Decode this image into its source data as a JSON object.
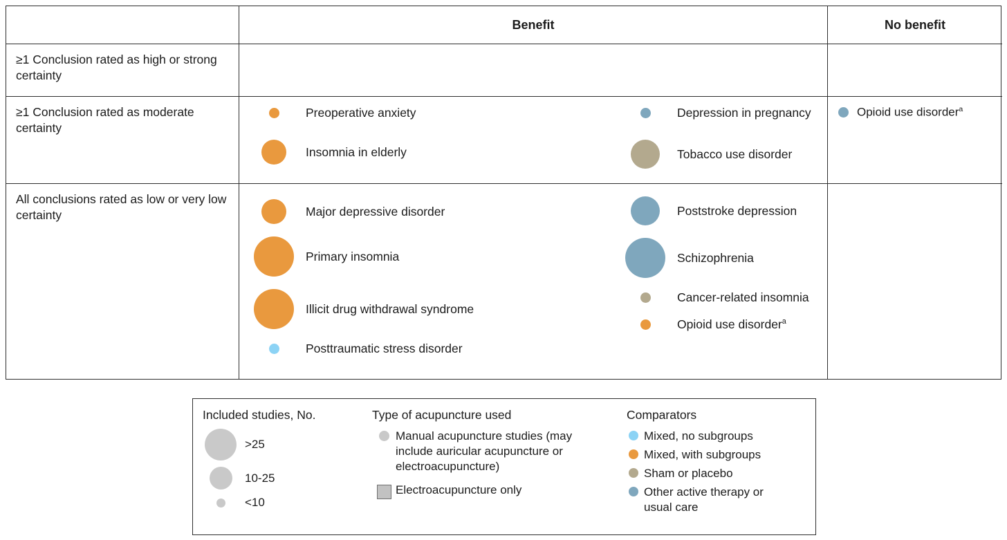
{
  "colors": {
    "mixed_no_subgroups": "#8cd3f5",
    "mixed_with_subgroups": "#e9993e",
    "sham_or_placebo": "#b3a98e",
    "other_active_therapy": "#7fa7bd",
    "legend_gray": "#c9c9c9",
    "legend_square_fill": "#c2c2c2",
    "table_border": "#2e2e2e"
  },
  "table": {
    "headers": {
      "benefit": "Benefit",
      "no_benefit": "No benefit"
    },
    "rows": [
      {
        "label": "≥1 Conclusion rated as high or strong certainty",
        "benefit_left": [],
        "benefit_right": [],
        "no_benefit": []
      },
      {
        "label": "≥1 Conclusion rated as moderate certainty",
        "benefit_left": [
          {
            "label": "Preoperative anxiety",
            "size": "small",
            "comparator": "mixed_with_subgroups"
          },
          {
            "label": "Insomnia in elderly",
            "size": "medium",
            "comparator": "mixed_with_subgroups"
          }
        ],
        "benefit_right": [
          {
            "label": "Depression in pregnancy",
            "size": "small",
            "comparator": "other_active_therapy"
          },
          {
            "label": "Tobacco use disorder",
            "size": "medium_large",
            "comparator": "sham_or_placebo"
          }
        ],
        "no_benefit": [
          {
            "label": "Opioid use disorder",
            "sup": "a",
            "size": "small",
            "comparator": "other_active_therapy"
          }
        ]
      },
      {
        "label": "All conclusions rated as low or very low certainty",
        "benefit_left": [
          {
            "label": "Major depressive disorder",
            "size": "medium",
            "comparator": "mixed_with_subgroups"
          },
          {
            "label": "Primary insomnia",
            "size": "large",
            "comparator": "mixed_with_subgroups"
          },
          {
            "label": "Illicit drug withdrawal syndrome",
            "size": "large",
            "comparator": "mixed_with_subgroups"
          },
          {
            "label": "Posttraumatic stress disorder",
            "size": "small",
            "comparator": "mixed_no_subgroups"
          }
        ],
        "benefit_right": [
          {
            "label": "Poststroke depression",
            "size": "medium_large",
            "comparator": "other_active_therapy"
          },
          {
            "label": "Schizophrenia",
            "size": "large",
            "comparator": "other_active_therapy"
          },
          {
            "label": "Cancer-related insomnia",
            "size": "small",
            "comparator": "sham_or_placebo"
          },
          {
            "label": "Opioid use disorder",
            "sup": "a",
            "size": "small",
            "comparator": "mixed_with_subgroups"
          }
        ],
        "no_benefit": []
      }
    ]
  },
  "legend": {
    "sizes": {
      "title": "Included studies, No.",
      "items": [
        {
          "label": ">25",
          "size": "legend_large",
          "comparator": "legend_gray"
        },
        {
          "label": "10-25",
          "size": "legend_medium",
          "comparator": "legend_gray"
        },
        {
          "label": "<10",
          "size": "legend_small",
          "comparator": "legend_gray"
        }
      ]
    },
    "acupuncture": {
      "title": "Type of acupuncture used",
      "items": [
        {
          "label": "Manual acupuncture studies (may include auricular acupuncture or electroacupuncture)",
          "shape": "circle",
          "size": "legend_circle",
          "comparator": "legend_gray"
        },
        {
          "label": "Electroacupuncture only",
          "shape": "square",
          "size": "legend_square",
          "comparator": "legend_square_fill"
        }
      ]
    },
    "comparators": {
      "title": "Comparators",
      "items": [
        {
          "label": "Mixed, no subgroups",
          "size": "dot",
          "comparator": "mixed_no_subgroups"
        },
        {
          "label": "Mixed, with subgroups",
          "size": "dot",
          "comparator": "mixed_with_subgroups"
        },
        {
          "label": "Sham or placebo",
          "size": "dot",
          "comparator": "sham_or_placebo"
        },
        {
          "label": "Other active therapy or usual care",
          "size": "dot",
          "comparator": "other_active_therapy"
        }
      ]
    }
  },
  "chart_data": {
    "type": "table",
    "title": "",
    "columns": [
      "Benefit",
      "No benefit"
    ],
    "rows": [
      "≥1 Conclusion rated as high or strong certainty",
      "≥1 Conclusion rated as moderate certainty",
      "All conclusions rated as low or very low certainty"
    ],
    "size_legend": {
      "large": ">25 included studies",
      "medium": "10-25 included studies",
      "small": "<10 included studies"
    },
    "shape_legend": {
      "circle": "Manual acupuncture studies (may include auricular acupuncture or electroacupuncture)",
      "square": "Electroacupuncture only"
    },
    "comparator_legend": {
      "Mixed, no subgroups": "#8cd3f5",
      "Mixed, with subgroups": "#e9993e",
      "Sham or placebo": "#b3a98e",
      "Other active therapy or usual care": "#7fa7bd"
    },
    "points": [
      {
        "certainty": "≥1 Conclusion rated as moderate certainty",
        "direction": "Benefit",
        "condition": "Preoperative anxiety",
        "included_studies": "<10",
        "comparator": "Mixed, with subgroups",
        "acupuncture_type": "circle"
      },
      {
        "certainty": "≥1 Conclusion rated as moderate certainty",
        "direction": "Benefit",
        "condition": "Insomnia in elderly",
        "included_studies": "10-25",
        "comparator": "Mixed, with subgroups",
        "acupuncture_type": "circle"
      },
      {
        "certainty": "≥1 Conclusion rated as moderate certainty",
        "direction": "Benefit",
        "condition": "Depression in pregnancy",
        "included_studies": "<10",
        "comparator": "Other active therapy or usual care",
        "acupuncture_type": "circle"
      },
      {
        "certainty": "≥1 Conclusion rated as moderate certainty",
        "direction": "Benefit",
        "condition": "Tobacco use disorder",
        "included_studies": "10-25",
        "comparator": "Sham or placebo",
        "acupuncture_type": "circle"
      },
      {
        "certainty": "≥1 Conclusion rated as moderate certainty",
        "direction": "No benefit",
        "condition": "Opioid use disorder (a)",
        "included_studies": "<10",
        "comparator": "Other active therapy or usual care",
        "acupuncture_type": "circle"
      },
      {
        "certainty": "All conclusions rated as low or very low certainty",
        "direction": "Benefit",
        "condition": "Major depressive disorder",
        "included_studies": "10-25",
        "comparator": "Mixed, with subgroups",
        "acupuncture_type": "circle"
      },
      {
        "certainty": "All conclusions rated as low or very low certainty",
        "direction": "Benefit",
        "condition": "Primary insomnia",
        "included_studies": ">25",
        "comparator": "Mixed, with subgroups",
        "acupuncture_type": "circle"
      },
      {
        "certainty": "All conclusions rated as low or very low certainty",
        "direction": "Benefit",
        "condition": "Illicit drug withdrawal syndrome",
        "included_studies": ">25",
        "comparator": "Mixed, with subgroups",
        "acupuncture_type": "circle"
      },
      {
        "certainty": "All conclusions rated as low or very low certainty",
        "direction": "Benefit",
        "condition": "Posttraumatic stress disorder",
        "included_studies": "<10",
        "comparator": "Mixed, no subgroups",
        "acupuncture_type": "circle"
      },
      {
        "certainty": "All conclusions rated as low or very low certainty",
        "direction": "Benefit",
        "condition": "Poststroke depression",
        "included_studies": "10-25",
        "comparator": "Other active therapy or usual care",
        "acupuncture_type": "circle"
      },
      {
        "certainty": "All conclusions rated as low or very low certainty",
        "direction": "Benefit",
        "condition": "Schizophrenia",
        "included_studies": ">25",
        "comparator": "Other active therapy or usual care",
        "acupuncture_type": "circle"
      },
      {
        "certainty": "All conclusions rated as low or very low certainty",
        "direction": "Benefit",
        "condition": "Cancer-related insomnia",
        "included_studies": "<10",
        "comparator": "Sham or placebo",
        "acupuncture_type": "circle"
      },
      {
        "certainty": "All conclusions rated as low or very low certainty",
        "direction": "Benefit",
        "condition": "Opioid use disorder (a)",
        "included_studies": "<10",
        "comparator": "Mixed, with subgroups",
        "acupuncture_type": "circle"
      }
    ]
  }
}
